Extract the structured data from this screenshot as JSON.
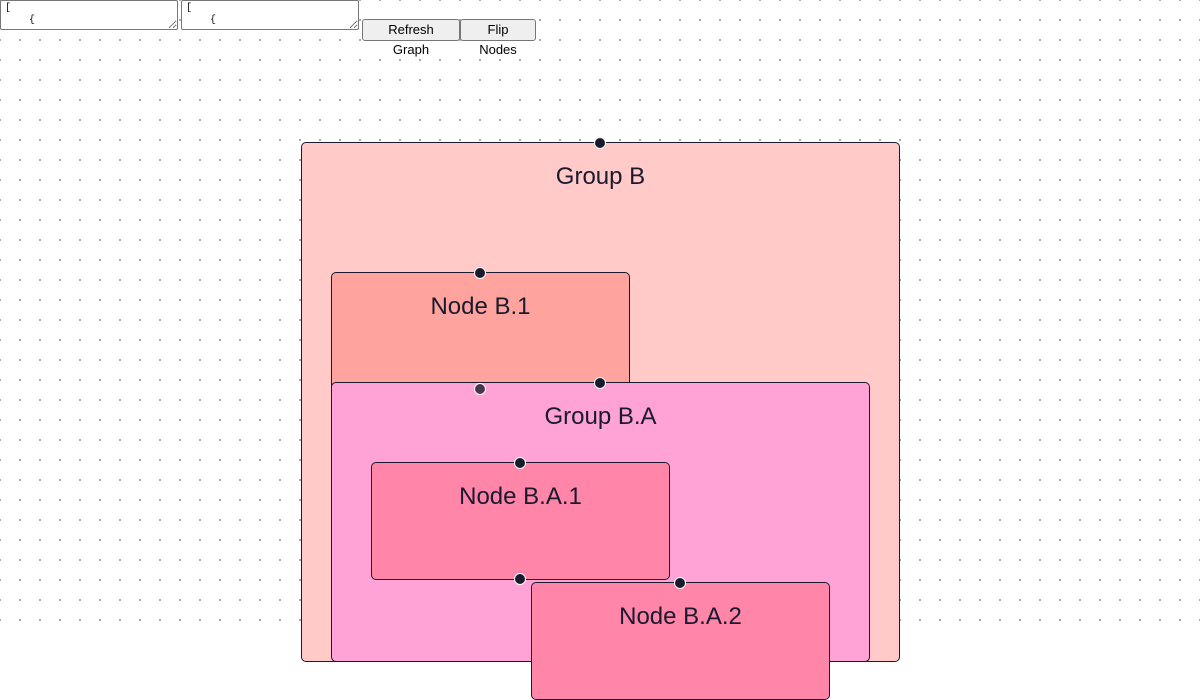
{
  "toolbar": {
    "editor_a_value": "[\n    {",
    "editor_b_value": "[\n    {",
    "refresh_label": "Refresh Graph",
    "flip_label": "Flip Nodes"
  },
  "graph": {
    "group_b": {
      "label": "Group B",
      "color": "#ffcac8"
    },
    "node_b1": {
      "label": "Node B.1",
      "color": "#ffa39f"
    },
    "group_ba": {
      "label": "Group B.A",
      "color": "#ffa2d6"
    },
    "node_ba1": {
      "label": "Node B.A.1",
      "color": "#ff86a9"
    },
    "node_ba2": {
      "label": "Node B.A.2",
      "color": "#ff86a9"
    }
  }
}
